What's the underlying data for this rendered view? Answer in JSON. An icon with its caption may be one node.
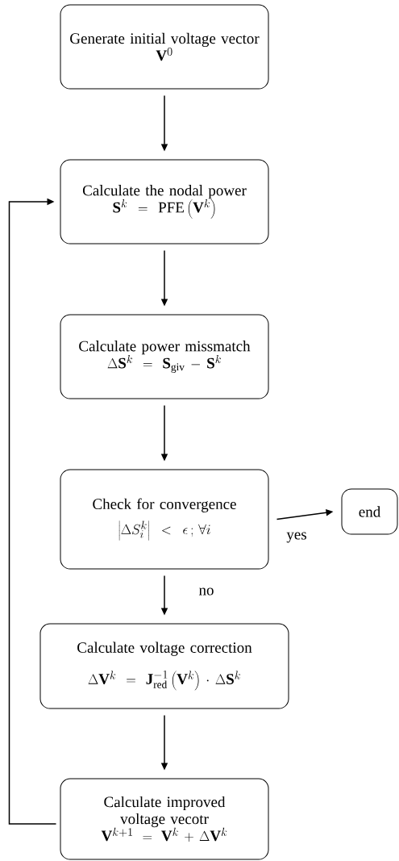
{
  "diagram": {
    "nodes": [
      {
        "text": [
          "Generate initial voltage vector",
          "\\mathbf{V}^0"
        ]
      },
      {
        "text": [
          "Calculate the nodal power",
          "\\mathbf{S}^k = \\mathrm{PFE}\\left(\\mathbf{V}^k\\right)"
        ]
      },
      {
        "text": [
          "Calculate power missmatch",
          "\\Delta\\mathbf{S}^k = \\mathbf{S}_{\\mathrm{giv}} - \\mathbf{S}^k"
        ]
      },
      {
        "text": [
          "Check for convergence",
          "\\left|\\Delta S_i^k\\right| < \\epsilon\\,;\\,\\forall i"
        ]
      },
      {
        "text": [
          "end"
        ]
      },
      {
        "text": [
          "Calculate voltage correction",
          "\\Delta\\mathbf{V}^k = \\mathbf{J}_{\\mathrm{red}}^{-1}\\left(\\mathbf{V}^k\\right)\\cdot\\Delta\\mathbf{S}^k"
        ]
      },
      {
        "text": [
          "Calculate improved voltage vecotr",
          "\\mathbf{V}^{k+1} = \\mathbf{V}^k + \\Delta\\mathbf{V}^k"
        ]
      }
    ],
    "edges": [
      {
        "from": 0,
        "to": 1,
        "arrow": "to"
      },
      {
        "from": 1,
        "to": 2,
        "arrow": "to"
      },
      {
        "from": 2,
        "to": 3,
        "arrow": "to"
      },
      {
        "from": 3,
        "to": 4,
        "arrow": "to",
        "label": "yes"
      },
      {
        "from": 3,
        "to": 5,
        "arrow": "to",
        "label": "no"
      },
      {
        "from": 5,
        "to": 6,
        "arrow": "to"
      },
      {
        "from": 6,
        "to": 1,
        "arrow": "to"
      }
    ]
  }
}
